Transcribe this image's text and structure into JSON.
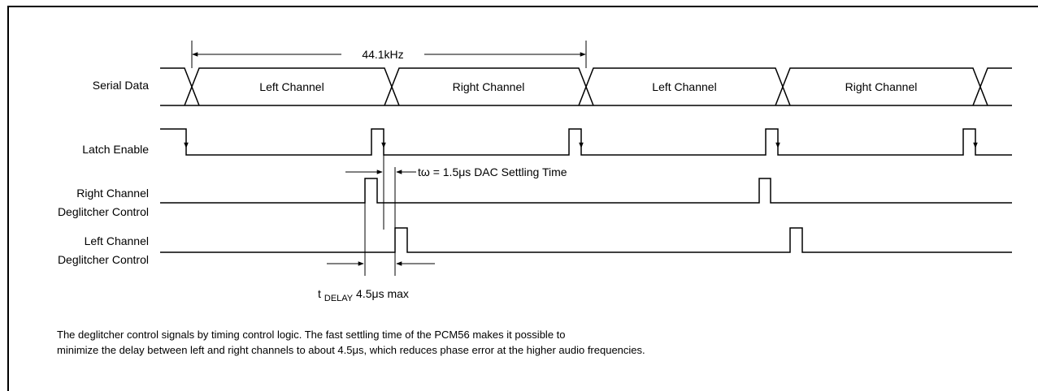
{
  "frequency_label": "44.1kHz",
  "signals": [
    {
      "id": "serial",
      "label_lines": [
        "Serial Data"
      ]
    },
    {
      "id": "latch",
      "label_lines": [
        "Latch Enable"
      ]
    },
    {
      "id": "right_deglitch",
      "label_lines": [
        "Right Channel",
        "Deglitcher Control"
      ]
    },
    {
      "id": "left_deglitch",
      "label_lines": [
        "Left Channel",
        "Deglitcher Control"
      ]
    }
  ],
  "serial_segments": [
    "Left Channel",
    "Right Channel",
    "Left Channel",
    "Right Channel"
  ],
  "settling": {
    "text": "tω = 1.5μs DAC Settling Time"
  },
  "delay": {
    "t": "t",
    "sub": "DELAY",
    "rest": " 4.5μs max"
  },
  "caption": {
    "line1": "The deglitcher control signals by timing control logic. The fast settling time of the PCM56 makes it possible to",
    "line2": "minimize the delay between left and right channels to about 4.5μs, which reduces phase error at the higher audio frequencies."
  }
}
